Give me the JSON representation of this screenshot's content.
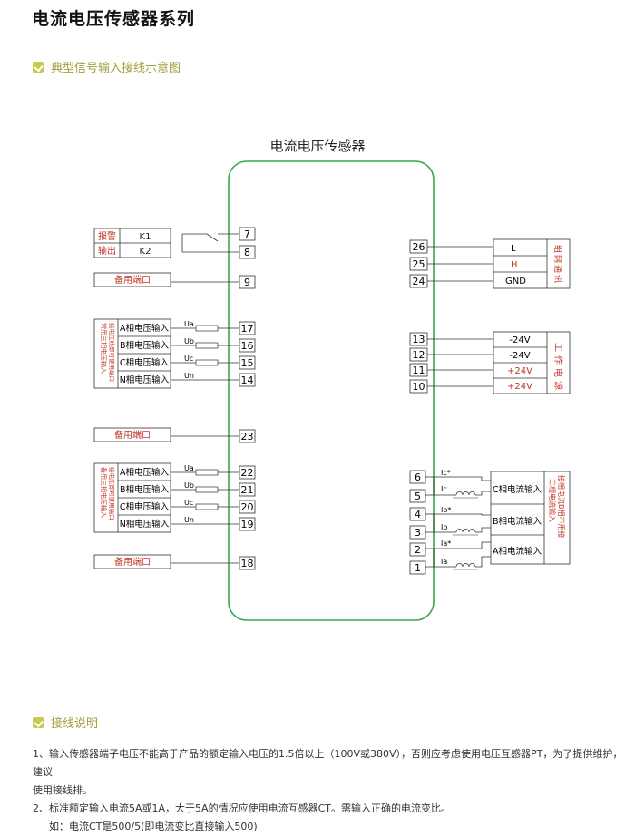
{
  "title": "电流电压传感器系列",
  "section1": {
    "icon": "check-icon",
    "label": "典型信号输入接线示意图"
  },
  "diagram": {
    "device_label": "电流电压传感器",
    "alarm": {
      "label1": "报警",
      "label2": "输出",
      "k1": "K1",
      "k2": "K2",
      "pins": [
        "7",
        "8"
      ]
    },
    "spare1": {
      "label": "备用端口",
      "pin": "9"
    },
    "voltage1": {
      "side_label1": "常用三相电压输入",
      "side_label2": "接电压线即可使用端口",
      "rows": [
        {
          "name": "A相电压输入",
          "sig": "Ua",
          "pin": "17"
        },
        {
          "name": "B相电压输入",
          "sig": "Ub",
          "pin": "16"
        },
        {
          "name": "C相电压输入",
          "sig": "Uc",
          "pin": "15"
        },
        {
          "name": "N相电压输入",
          "sig": "Un",
          "pin": "14"
        }
      ]
    },
    "spare2": {
      "label": "备用端口",
      "pin": "23"
    },
    "voltage2": {
      "side_label1": "备用三相电压输入",
      "side_label2": "接电压即可使用端口",
      "rows": [
        {
          "name": "A相电压输入",
          "sig": "Ua",
          "pin": "22"
        },
        {
          "name": "B相电压输入",
          "sig": "Ub",
          "pin": "21"
        },
        {
          "name": "C相电压输入",
          "sig": "Uc",
          "pin": "20"
        },
        {
          "name": "N相电压输入",
          "sig": "Un",
          "pin": "19"
        }
      ]
    },
    "spare3": {
      "label": "备用端口",
      "pin": "18"
    },
    "comm": {
      "side_label": "组网通讯",
      "rows": [
        {
          "pin": "26",
          "name": "L"
        },
        {
          "pin": "25",
          "name": "H"
        },
        {
          "pin": "24",
          "name": "GND"
        }
      ]
    },
    "power": {
      "side_label": "工作电源",
      "rows": [
        {
          "pin": "13",
          "name": "-24V"
        },
        {
          "pin": "12",
          "name": "-24V"
        },
        {
          "pin": "11",
          "name": "+24V"
        },
        {
          "pin": "10",
          "name": "+24V"
        }
      ]
    },
    "current": {
      "side_label1": "三相电流输入",
      "side_label2": "接相电流B相不用接",
      "groups": [
        {
          "name": "C相电流输入",
          "star": "Ic*",
          "sig": "Ic",
          "pins": [
            "6",
            "5"
          ]
        },
        {
          "name": "B相电流输入",
          "star": "Ib*",
          "sig": "Ib",
          "pins": [
            "4",
            "3"
          ]
        },
        {
          "name": "A相电流输入",
          "star": "Ia*",
          "sig": "Ia",
          "pins": [
            "2",
            "1"
          ]
        }
      ]
    }
  },
  "section2": {
    "icon": "check-icon",
    "label": "接线说明"
  },
  "notes": {
    "n1a": "1、输入传感器端子电压不能高于产品的额定输入电压的1.5倍以上（100V或380V），否则应考虑使用电压互感器PT，为了提供维护，建议",
    "n1b": "使用接线排。",
    "n2": "2、标准额定输入电流5A或1A，大于5A的情况应使用电流互感器CT。需输入正确的电流变比。",
    "n3": "如：电流CT是500/5(即电流变比直接输入500)"
  },
  "colors": {
    "frame": "#3aa64a",
    "accent": "#c0392b",
    "line": "#333333"
  }
}
